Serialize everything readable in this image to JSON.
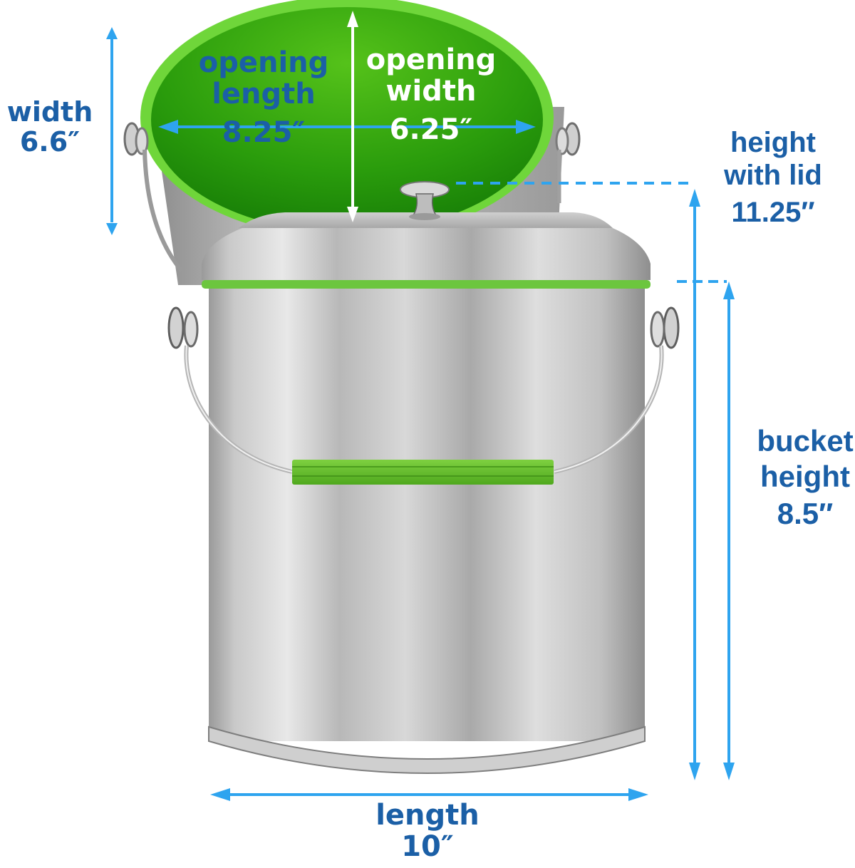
{
  "colors": {
    "label_blue": "#1b5fa6",
    "arrow_blue": "#2ea4ef",
    "lime_green": "#6fd63a",
    "deep_green": "#1f8a0a",
    "steel_light": "#e4e4e4",
    "steel_mid": "#bdbdbd",
    "steel_dark": "#8f8f8f",
    "white_text": "#ffffff"
  },
  "dimensions": {
    "width": {
      "label": "width",
      "value": "6.6″"
    },
    "opening_length": {
      "label_line1": "opening",
      "label_line2": "length",
      "value": "8.25″"
    },
    "opening_width": {
      "label_line1": "opening",
      "label_line2": "width",
      "value": "6.25″"
    },
    "height_with_lid": {
      "label_line1": "height",
      "label_line2": "with lid",
      "value": "11.25″"
    },
    "bucket_height": {
      "label_line1": "bucket",
      "label_line2": "height",
      "value": "8.5″"
    },
    "length": {
      "label": "length",
      "value": "10″"
    }
  },
  "icons": {
    "double_arrow": "double-headed-arrow",
    "dashed_guide": "dashed-guide-line"
  }
}
